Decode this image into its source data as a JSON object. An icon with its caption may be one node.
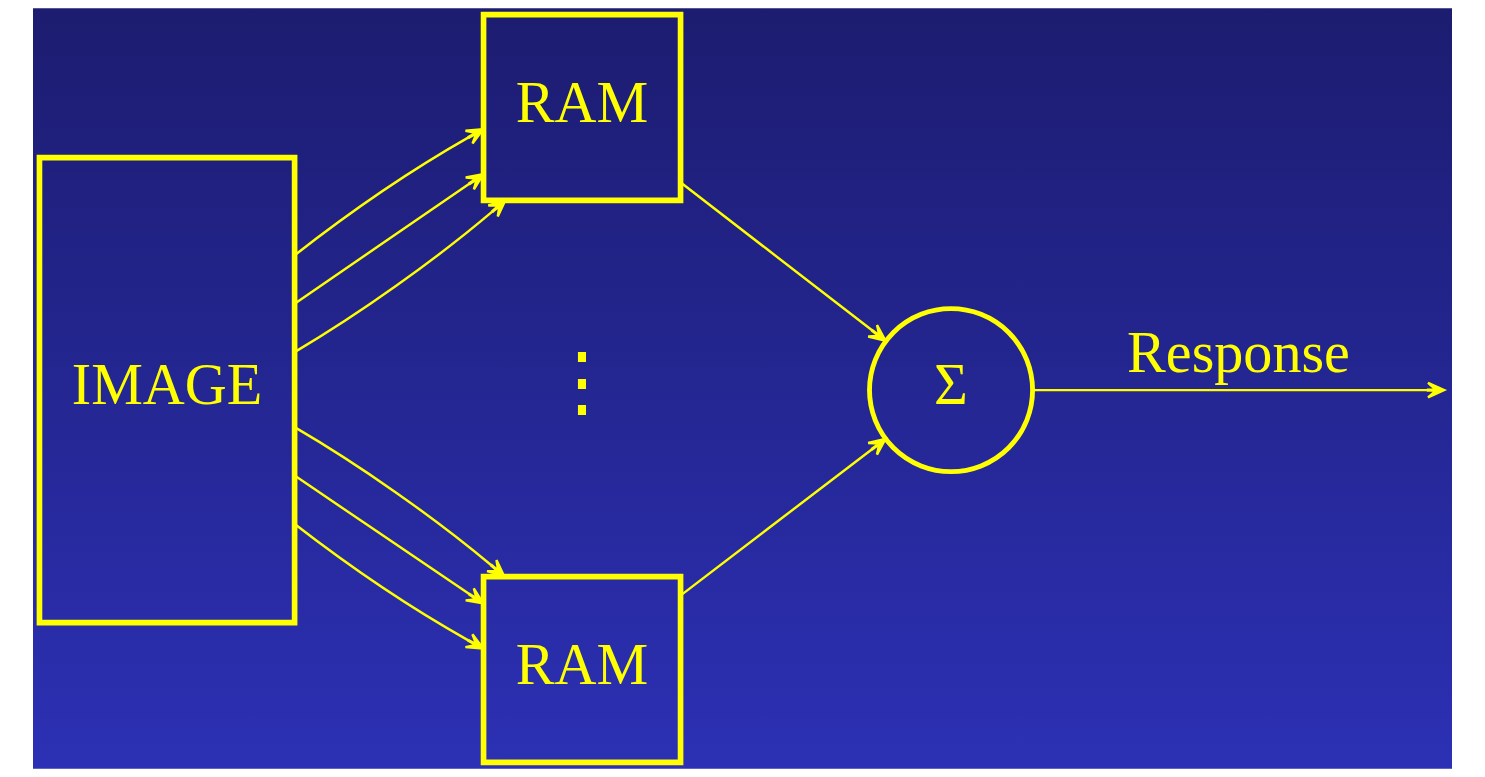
{
  "diagram": {
    "nodes": [
      {
        "text": [
          "IMAGE"
        ]
      },
      {
        "text": [
          "RAM"
        ]
      },
      {
        "text": [
          "RAM"
        ]
      },
      {
        "text": [
          "Σ"
        ]
      }
    ],
    "edges": [
      {
        "from": 0,
        "to": 1,
        "arrow": "to"
      },
      {
        "from": 0,
        "to": 1,
        "arrow": "to"
      },
      {
        "from": 0,
        "to": 1,
        "arrow": "to"
      },
      {
        "from": 0,
        "to": 2,
        "arrow": "to"
      },
      {
        "from": 0,
        "to": 2,
        "arrow": "to"
      },
      {
        "from": 0,
        "to": 2,
        "arrow": "to"
      },
      {
        "from": 1,
        "to": 3,
        "arrow": "to"
      },
      {
        "from": 2,
        "to": 3,
        "arrow": "to"
      },
      {
        "from": 3,
        "to": null,
        "arrow": "to",
        "label": "Response"
      }
    ],
    "labels": [
      "⋮"
    ]
  }
}
